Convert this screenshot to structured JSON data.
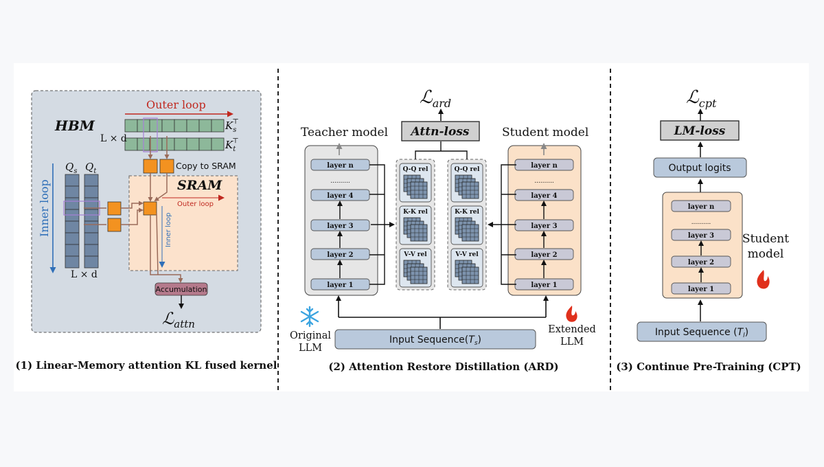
{
  "panel1": {
    "hbm": "HBM",
    "outer_loop": "Outer loop",
    "k_s": "K",
    "k_s_sub": "s",
    "k_t": "K",
    "k_t_sub": "t",
    "transpose": "⊤",
    "l_times_d_top": "L × d",
    "copy_to_sram": "Copy to SRAM",
    "sram": "SRAM",
    "inner_loop": "Inner loop",
    "q_s": "Q",
    "q_s_sub": "s",
    "q_t": "Q",
    "q_t_sub": "t",
    "l_times_d_bottom": "L × d",
    "sram_outer_loop": "Outer loop",
    "sram_inner_loop": "Inner loop",
    "accumulation": "Accumulation",
    "loss_script": "ℒ",
    "loss_sub": "attn",
    "caption": "(1) Linear-Memory attention KL fused kernel"
  },
  "panel2": {
    "loss_script": "ℒ",
    "loss_sub": "ard",
    "attn_loss": "Attn-loss",
    "teacher_model": "Teacher model",
    "student_model": "Student model",
    "teacher_layers": [
      "layer n",
      "..........",
      "layer 4",
      "layer 3",
      "layer 2",
      "layer 1"
    ],
    "student_layers": [
      "layer n",
      "..........",
      "layer 4",
      "layer 3",
      "layer 2",
      "layer 1"
    ],
    "rel_labels": [
      "Q-Q rel",
      "K-K rel",
      "V-V rel"
    ],
    "input_sequence": "Input Sequence",
    "input_var": "T",
    "input_sub": "s",
    "original": "Original",
    "original_llm": "LLM",
    "extended": "Extended",
    "extended_llm": "LLM",
    "caption": "(2) Attention Restore Distillation (ARD)"
  },
  "panel3": {
    "loss_script": "ℒ",
    "loss_sub": "cpt",
    "lm_loss": "LM-loss",
    "output_logits": "Output logits",
    "layers": [
      "layer n",
      "..........",
      "layer 3",
      "layer 2",
      "layer 1"
    ],
    "student": "Student",
    "model": "model",
    "input_sequence": "Input Sequence",
    "input_var": "T",
    "input_sub": "l",
    "caption": "(3) Continue Pre-Training  (CPT)"
  },
  "colors": {
    "hbm_bg": "#d4dbe3",
    "matrix_green": "#8db89a",
    "matrix_blue": "#6f86a3",
    "orange_block": "#f39220",
    "sram_bg": "#fce2cc",
    "teacher_bg": "#e6e6e6",
    "student_bg": "#fbe1c8",
    "layer_teacher": "#b9c9dc",
    "layer_student": "#c9c9d6",
    "accumulation": "#b57a8c",
    "outer_loop_red": "#c0281f",
    "inner_loop_blue": "#2f6fb8",
    "ice_blue": "#3ba4e0",
    "fire_red": "#e0301c"
  },
  "icons": [
    "snowflake-icon",
    "fire-icon",
    "fire-icon"
  ]
}
